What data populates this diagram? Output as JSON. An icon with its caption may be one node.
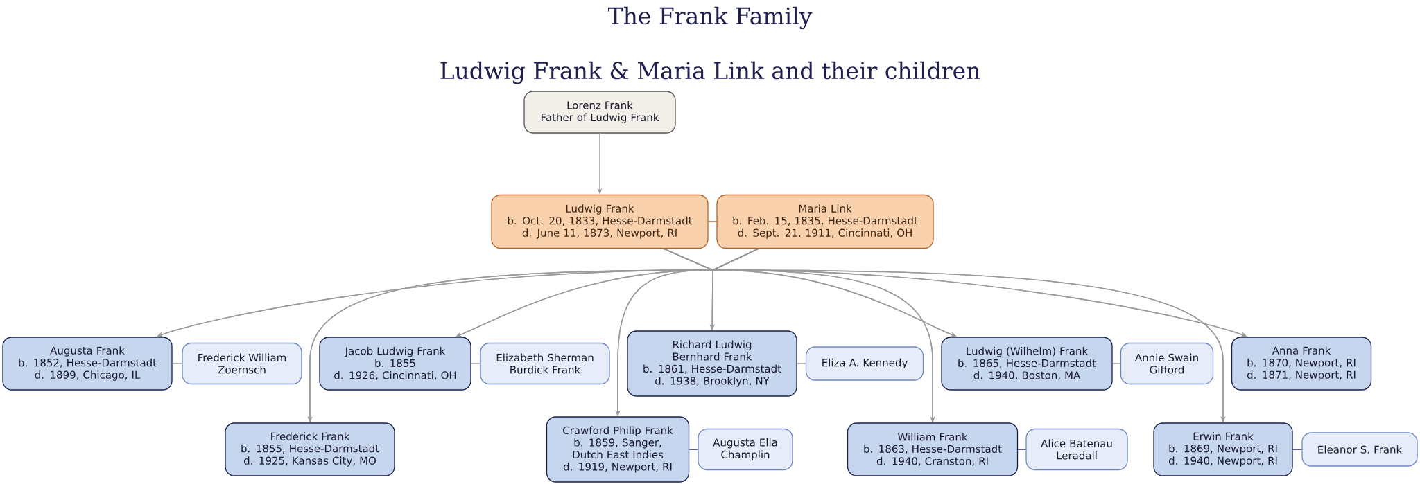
{
  "diagram": {
    "title": "The Frank Family",
    "nodes": [
      {
        "text": [
          "Lorenz Frank",
          "Father of Ludwig Frank"
        ]
      },
      {
        "text": [
          "Ludwig Frank",
          "b. Oct. 20, 1833, Hesse-Darmstadt",
          "d. June 11, 1873, Newport, RI"
        ]
      },
      {
        "text": [
          "Maria Link",
          "b. Feb. 15, 1835, Hesse-Darmstadt",
          "d. Sept. 21, 1911, Cincinnati, OH"
        ]
      },
      {
        "text": [
          "Augusta Frank",
          "b. 1852, Hesse-Darmstadt",
          "d. 1899, Chicago, IL"
        ]
      },
      {
        "text": [
          "Frederick William Zoernsch"
        ]
      },
      {
        "text": [
          "Jacob Ludwig Frank",
          "b. 1855",
          "d. 1926, Cincinnati, OH"
        ]
      },
      {
        "text": [
          "Elizabeth Sherman Burdick Frank"
        ]
      },
      {
        "text": [
          "Richard Ludwig Bernhard Frank",
          "b. 1861, Hesse-Darmstadt",
          "d. 1938, Brooklyn, NY"
        ]
      },
      {
        "text": [
          "Eliza A. Kennedy"
        ]
      },
      {
        "text": [
          "Ludwig (Wilhelm) Frank",
          "b. 1865, Hesse-Darmstadt",
          "d. 1940, Boston, MA"
        ]
      },
      {
        "text": [
          "Annie Swain Gifford"
        ]
      },
      {
        "text": [
          "Anna Frank",
          "b. 1870, Newport, RI",
          "d. 1871, Newport, RI"
        ]
      },
      {
        "text": [
          "Frederick Frank",
          "b. 1855, Hesse-Darmstadt",
          "d. 1925, Kansas City, MO"
        ]
      },
      {
        "text": [
          "Crawford Philip Frank",
          "b. 1859, Sanger, Dutch East Indies",
          "d. 1919, Newport, RI"
        ]
      },
      {
        "text": [
          "Augusta Ella Champlin"
        ]
      },
      {
        "text": [
          "William Frank",
          "b. 1863, Hesse-Darmstadt",
          "d. 1940, Cranston, RI"
        ]
      },
      {
        "text": [
          "Alice Batenau Leradall"
        ]
      },
      {
        "text": [
          "Erwin Frank",
          "b. 1869, Newport, RI",
          "d. 1940, Newport, RI"
        ]
      },
      {
        "text": [
          "Eleanor S. Frank"
        ]
      }
    ],
    "edges": [
      {
        "from": 0,
        "to": 1,
        "arrow": "to"
      },
      {
        "from": 1,
        "to": 2,
        "arrow": "none",
        "color": "#b5622a"
      },
      {
        "from": 1,
        "to": 3,
        "arrow": "to"
      },
      {
        "from": 2,
        "to": 3,
        "arrow": "to"
      },
      {
        "from": 1,
        "to": 12,
        "arrow": "to"
      },
      {
        "from": 2,
        "to": 12,
        "arrow": "to"
      },
      {
        "from": 1,
        "to": 5,
        "arrow": "to"
      },
      {
        "from": 2,
        "to": 5,
        "arrow": "to"
      },
      {
        "from": 1,
        "to": 13,
        "arrow": "to"
      },
      {
        "from": 2,
        "to": 13,
        "arrow": "to"
      },
      {
        "from": 1,
        "to": 7,
        "arrow": "to"
      },
      {
        "from": 2,
        "to": 7,
        "arrow": "to"
      },
      {
        "from": 1,
        "to": 15,
        "arrow": "to"
      },
      {
        "from": 2,
        "to": 15,
        "arrow": "to"
      },
      {
        "from": 1,
        "to": 9,
        "arrow": "to"
      },
      {
        "from": 2,
        "to": 9,
        "arrow": "to"
      },
      {
        "from": 1,
        "to": 17,
        "arrow": "to"
      },
      {
        "from": 2,
        "to": 17,
        "arrow": "to"
      },
      {
        "from": 1,
        "to": 11,
        "arrow": "to"
      },
      {
        "from": 2,
        "to": 11,
        "arrow": "to"
      },
      {
        "from": 3,
        "to": 4,
        "arrow": "none"
      },
      {
        "from": 5,
        "to": 6,
        "arrow": "none"
      },
      {
        "from": 7,
        "to": 8,
        "arrow": "none"
      },
      {
        "from": 9,
        "to": 10,
        "arrow": "none"
      },
      {
        "from": 13,
        "to": 14,
        "arrow": "none",
        "color": "#1a1f4a"
      },
      {
        "from": 15,
        "to": 16,
        "arrow": "none",
        "color": "#1a1f4a"
      },
      {
        "from": 17,
        "to": 18,
        "arrow": "none",
        "color": "#1a1f4a"
      }
    ],
    "labels": [
      "Ludwig Frank & Maria Link and their children"
    ]
  }
}
